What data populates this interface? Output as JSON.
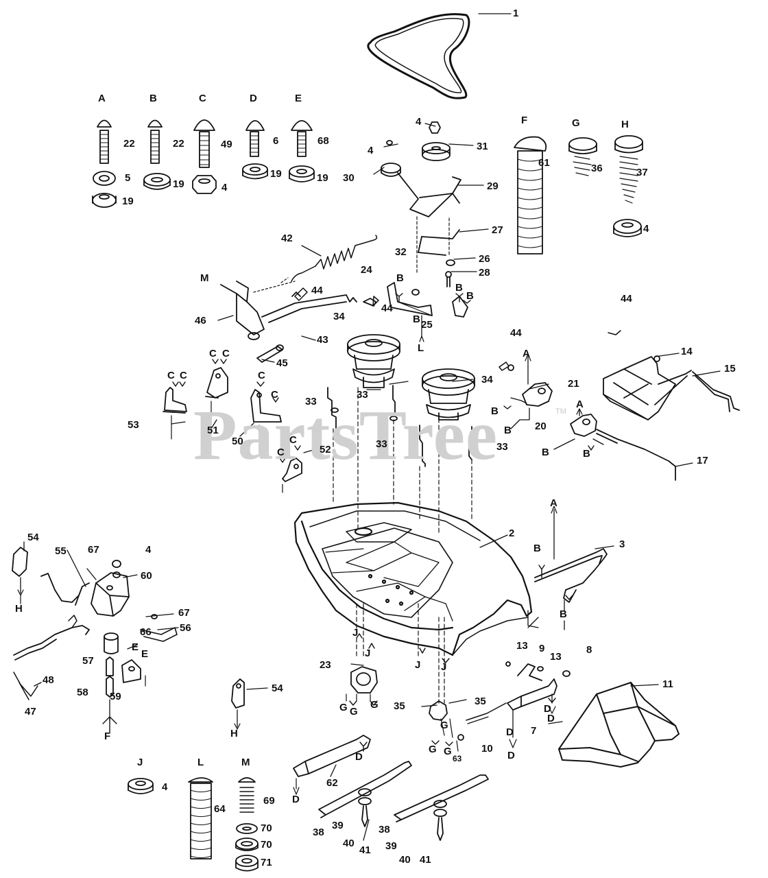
{
  "watermark": {
    "text": "PartsTree",
    "tm": "TM"
  },
  "colors": {
    "ink": "#111111",
    "watermark": "#d0d0d0"
  },
  "labels": {
    "n1": "1",
    "n2": "2",
    "n3": "3",
    "n4a": "4",
    "n4b": "4",
    "n4c": "4",
    "n4d": "4",
    "n4e": "4",
    "n4f": "4",
    "n5": "5",
    "n6": "6",
    "n7": "7",
    "n8": "8",
    "n9": "9",
    "n10": "10",
    "n11": "11",
    "n13a": "13",
    "n13b": "13",
    "n14": "14",
    "n15": "15",
    "n17": "17",
    "n19a": "19",
    "n19b": "19",
    "n19c": "19",
    "n19d": "19",
    "n20": "20",
    "n21": "21",
    "n22a": "22",
    "n22b": "22",
    "n23": "23",
    "n24": "24",
    "n25": "25",
    "n26": "26",
    "n27": "27",
    "n28": "28",
    "n29": "29",
    "n30": "30",
    "n31": "31",
    "n32": "32",
    "n33a": "33",
    "n33b": "33",
    "n33c": "33",
    "n33d": "33",
    "n34a": "34",
    "n34b": "34",
    "n35a": "35",
    "n35b": "35",
    "n36": "36",
    "n37": "37",
    "n38a": "38",
    "n38b": "38",
    "n39a": "39",
    "n39b": "39",
    "n40a": "40",
    "n40b": "40",
    "n41a": "41",
    "n41b": "41",
    "n42": "42",
    "n43": "43",
    "n44a": "44",
    "n44b": "44",
    "n44c": "44",
    "n44d": "44",
    "n45": "45",
    "n46": "46",
    "n47": "47",
    "n48": "48",
    "n49": "49",
    "n50": "50",
    "n51": "51",
    "n52": "52",
    "n53": "53",
    "n54a": "54",
    "n54b": "54",
    "n55": "55",
    "n56": "56",
    "n57": "57",
    "n58": "58",
    "n59": "59",
    "n60": "60",
    "n61": "61",
    "n62": "62",
    "n63": "63",
    "n64": "64",
    "n66": "66",
    "n67a": "67",
    "n67b": "67",
    "n68": "68",
    "n69": "69",
    "n70a": "70",
    "n70b": "70",
    "n71": "71",
    "lA": "A",
    "lB": "B",
    "lC": "C",
    "lD": "D",
    "lE": "E",
    "lF": "F",
    "lG": "G",
    "lH": "H",
    "lJ": "J",
    "lL": "L",
    "lM": "M",
    "lM2": "M",
    "rA1": "A",
    "rA2": "A",
    "rA3": "A",
    "rB1": "B",
    "rB2": "B",
    "rB3": "B",
    "rB4": "B",
    "rB5": "B",
    "rB6": "B",
    "rB7": "B",
    "rB8": "B",
    "rB9": "B",
    "rB10": "B",
    "rC1": "C",
    "rC2": "C",
    "rC3": "C",
    "rC4": "C",
    "rC5": "C",
    "rC6": "C",
    "rC7": "C",
    "rC8": "C",
    "rD1": "D",
    "rD2": "D",
    "rD3": "D",
    "rD4": "D",
    "rD5": "D",
    "rD6": "D",
    "rE1": "E",
    "rE2": "E",
    "rF1": "F",
    "rG1": "G",
    "rG2": "G",
    "rG3": "G",
    "rG4": "G",
    "rG5": "G",
    "rG6": "G",
    "rH1": "H",
    "rH2": "H",
    "rJ1": "J",
    "rJ2": "J",
    "rJ3": "J",
    "rJ4": "J",
    "rL1": "L"
  }
}
